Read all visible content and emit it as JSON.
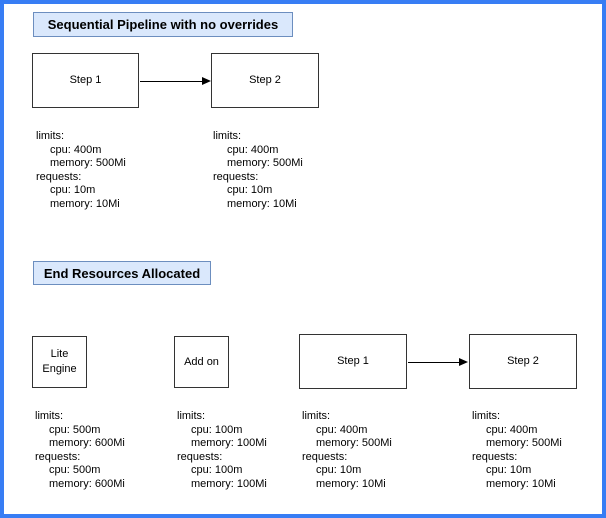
{
  "colors": {
    "outer_border": "#377DF4",
    "title_fill": "#DAE8FC",
    "title_border": "#6C8EBF",
    "node_border": "#333333",
    "arrow": "#000000",
    "text": "#000000"
  },
  "sections": {
    "top": {
      "title": "Sequential Pipeline with no overrides",
      "boxes": [
        {
          "label": "Step 1"
        },
        {
          "label": "Step 2"
        }
      ],
      "resources": [
        {
          "lines": [
            "limits:",
            "cpu: 400m",
            "memory: 500Mi",
            "requests:",
            "cpu: 10m",
            "memory: 10Mi"
          ]
        },
        {
          "lines": [
            "limits:",
            "cpu: 400m",
            "memory: 500Mi",
            "requests:",
            "cpu: 10m",
            "memory: 10Mi"
          ]
        }
      ]
    },
    "bottom": {
      "title": "End Resources Allocated",
      "boxes": [
        {
          "label": "Lite Engine"
        },
        {
          "label": "Add on"
        },
        {
          "label": "Step 1"
        },
        {
          "label": "Step 2"
        }
      ],
      "resources": [
        {
          "lines": [
            "limits:",
            "cpu: 500m",
            "memory: 600Mi",
            "requests:",
            "cpu: 500m",
            "memory: 600Mi"
          ]
        },
        {
          "lines": [
            "limits:",
            "cpu: 100m",
            "memory: 100Mi",
            "requests:",
            "cpu: 100m",
            "memory: 100Mi"
          ]
        },
        {
          "lines": [
            "limits:",
            "cpu: 400m",
            "memory: 500Mi",
            "requests:",
            "cpu: 10m",
            "memory: 10Mi"
          ]
        },
        {
          "lines": [
            "limits:",
            "cpu: 400m",
            "memory: 500Mi",
            "requests:",
            "cpu: 10m",
            "memory: 10Mi"
          ]
        }
      ]
    }
  }
}
